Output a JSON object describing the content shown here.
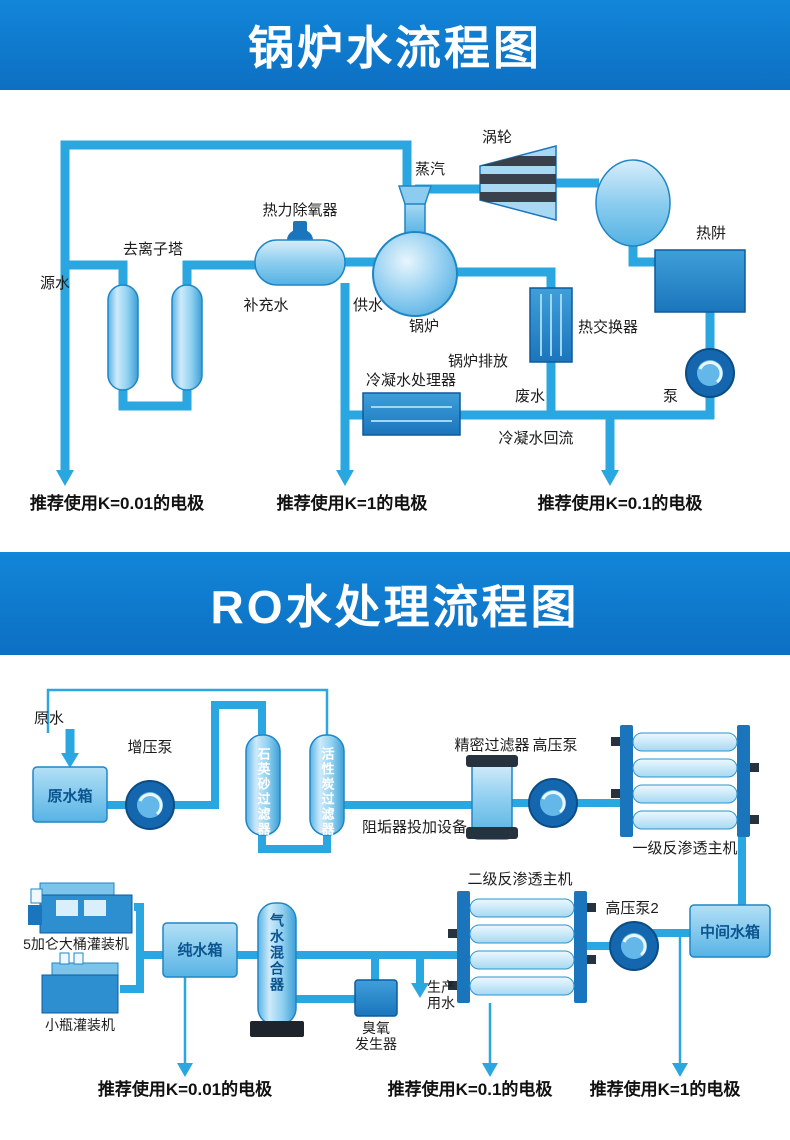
{
  "banners": {
    "boiler": {
      "title": "锅炉水流程图"
    },
    "ro": {
      "title": "RO水处理流程图"
    }
  },
  "colors": {
    "banner_blue": "#1286d9",
    "banner_blue_dark": "#0d6fc2",
    "pipe_blue": "#2aa7e0",
    "vessel_blue": "#8ccdef",
    "dark_blue": "#1b75bc",
    "label_dark": "#1c1c1c"
  },
  "boiler_diagram": {
    "labels": {
      "source_water": "源水",
      "deionization_tower": "去离子塔",
      "thermal_deaerator": "热力除氧器",
      "makeup_water": "补充水",
      "feed_water": "供水",
      "steam": "蒸汽",
      "turbine": "涡轮",
      "heat_sink": "热阱",
      "boiler": "锅炉",
      "heat_exchanger": "热交换器",
      "boiler_blowdown": "锅炉排放",
      "condensate_processor": "冷凝水处理器",
      "waste_water": "废水",
      "pump": "泵",
      "condensate_return": "冷凝水回流"
    },
    "recommendations": [
      "推荐使用K=0.01的电极",
      "推荐使用K=1的电极",
      "推荐使用K=0.1的电极"
    ]
  },
  "ro_diagram": {
    "labels": {
      "raw_water": "原水",
      "raw_water_tank": "原水箱",
      "booster_pump": "增压泵",
      "quartz_sand_filter": "石英砂过滤器",
      "activated_carbon_filter": "活性炭过滤器",
      "antiscalant_dosing": "阻垢器投加设备",
      "precision_filter": "精密过滤器",
      "high_pressure_pump": "高压泵",
      "stage1_ro": "一级反渗透主机",
      "intermediate_tank": "中间水箱",
      "high_pressure_pump2": "高压泵2",
      "stage2_ro": "二级反渗透主机",
      "production_water_line1": "生产",
      "production_water_line2": "用水",
      "ozone_generator_line1": "臭氧",
      "ozone_generator_line2": "发生器",
      "gas_water_mixer": "气水混合器",
      "pure_water_tank": "纯水箱",
      "barrel_filling_machine": "5加仑大桶灌装机",
      "bottle_filling_machine": "小瓶灌装机"
    },
    "recommendations": [
      "推荐使用K=0.01的电极",
      "推荐使用K=0.1的电极",
      "推荐使用K=1的电极"
    ]
  }
}
